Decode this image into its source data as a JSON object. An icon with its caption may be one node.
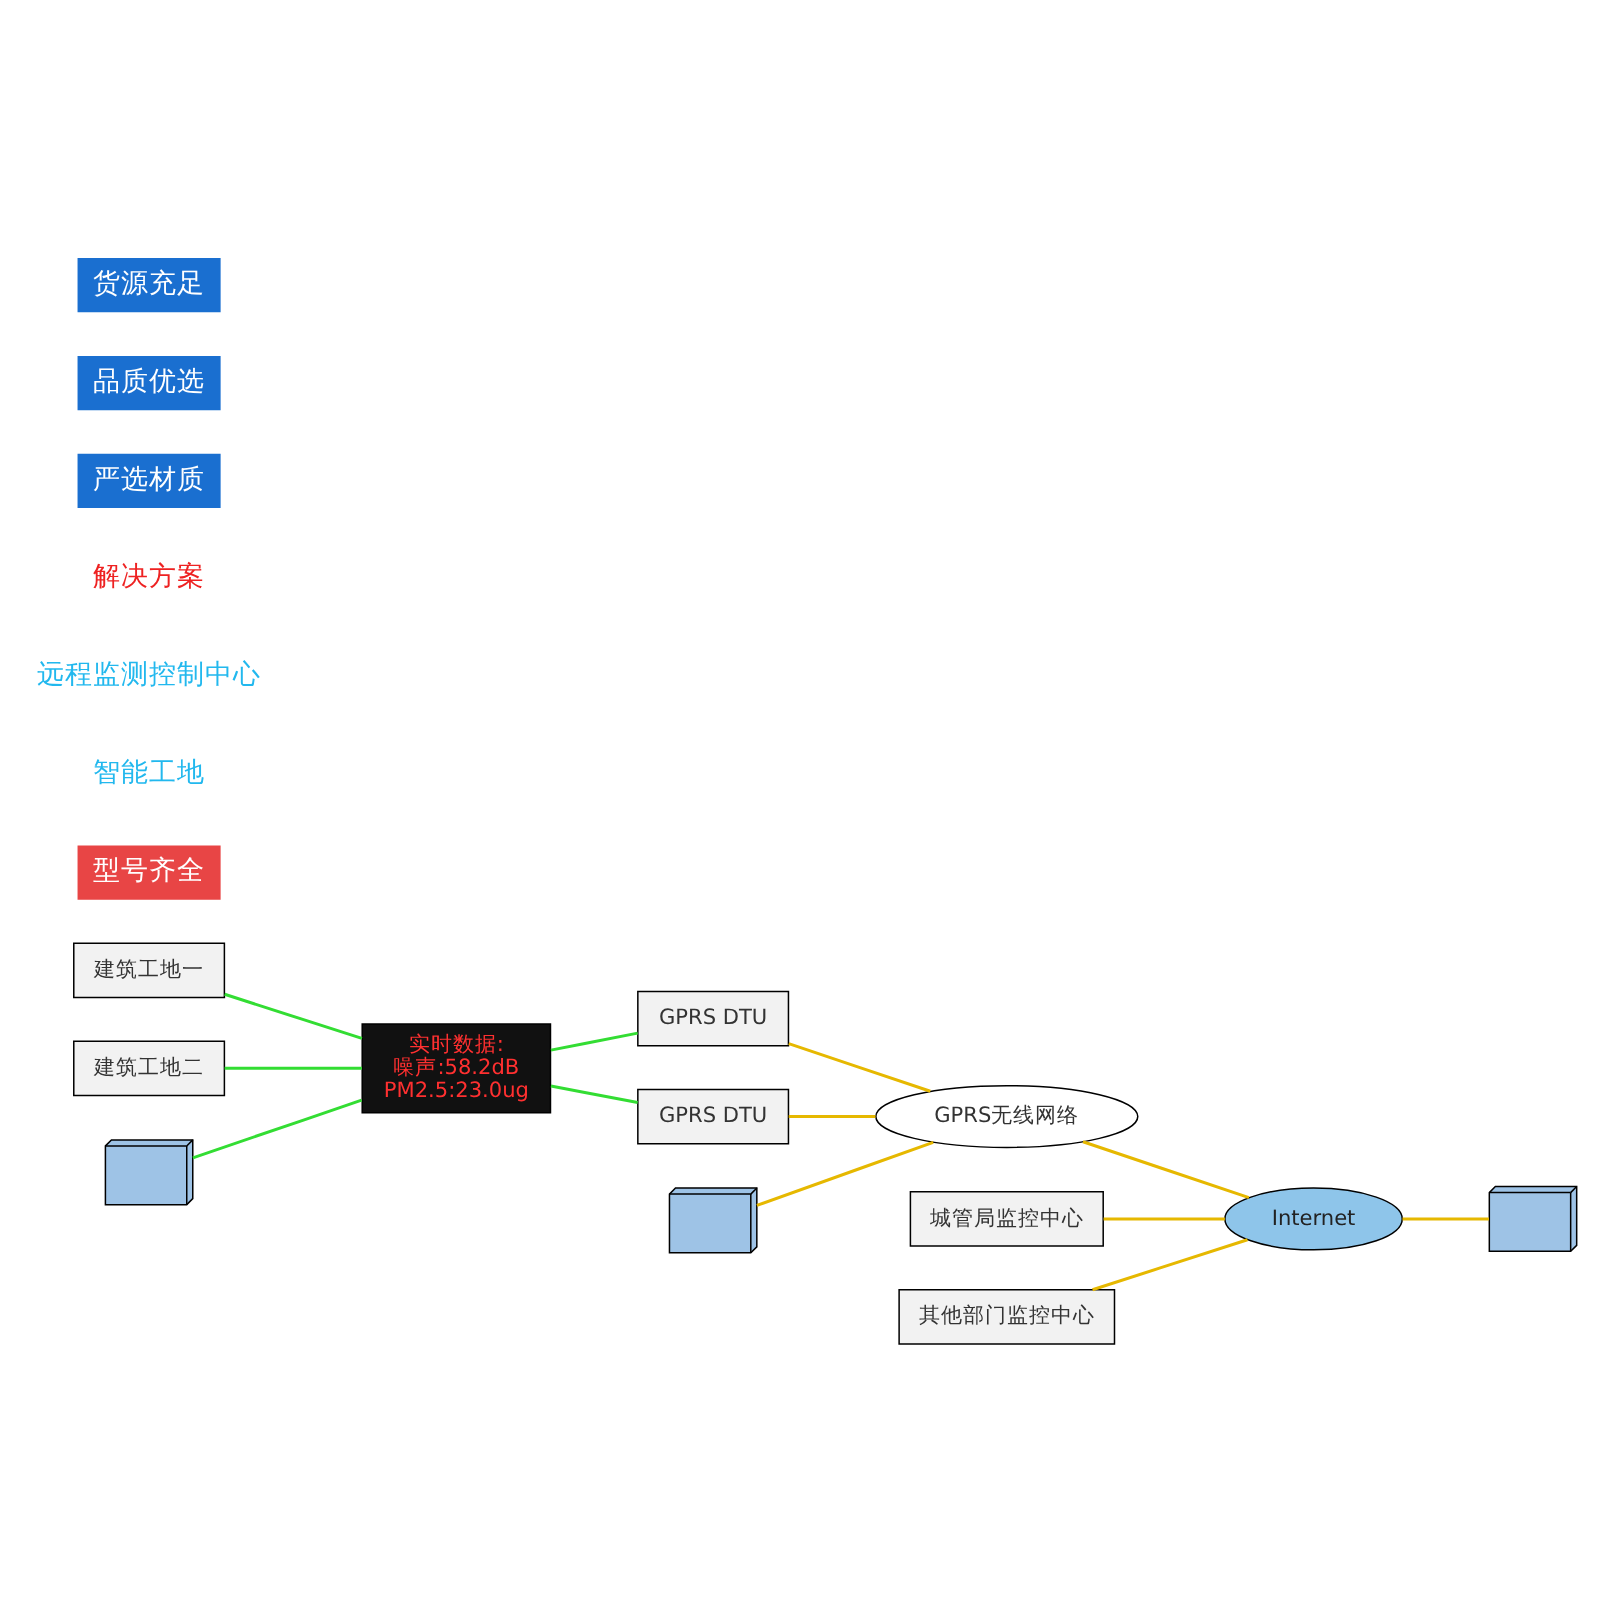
{
  "diagram": {
    "nodes": [
      {
        "text": [
          "建筑工地一"
        ]
      },
      {
        "text": [
          "建筑工地二"
        ]
      },
      {
        "text": [],
        "shape": "picture"
      },
      {
        "text": [
          "实时数据:",
          "噪声:58.2dB",
          "PM2.5:23.0ug"
        ]
      },
      {
        "text": [
          "GPRS DTU"
        ]
      },
      {
        "text": [
          "GPRS DTU"
        ]
      },
      {
        "text": [],
        "shape": "picture"
      },
      {
        "text": [
          "GPRS无线网络"
        ]
      },
      {
        "text": [
          "Internet"
        ]
      },
      {
        "text": [
          "城管局监控中心"
        ]
      },
      {
        "text": [
          "其他部门监控中心"
        ]
      },
      {
        "text": [],
        "shape": "picture"
      }
    ],
    "edges": [
      {
        "from": 0,
        "to": 3,
        "arrow": "none",
        "color": "#33dd33"
      },
      {
        "from": 1,
        "to": 3,
        "arrow": "none",
        "color": "#33dd33"
      },
      {
        "from": 2,
        "to": 3,
        "arrow": "none",
        "color": "#33dd33"
      },
      {
        "from": 3,
        "to": 4,
        "arrow": "none",
        "color": "#33dd33"
      },
      {
        "from": 3,
        "to": 5,
        "arrow": "none",
        "color": "#33dd33"
      },
      {
        "from": 4,
        "to": 7,
        "arrow": "none"
      },
      {
        "from": 5,
        "to": 7,
        "arrow": "none"
      },
      {
        "from": 6,
        "to": 7,
        "arrow": "none"
      },
      {
        "from": 7,
        "to": 8,
        "arrow": "none"
      },
      {
        "from": 9,
        "to": 8,
        "arrow": "none"
      },
      {
        "from": 10,
        "to": 8,
        "arrow": "none"
      },
      {
        "from": 8,
        "to": 11,
        "arrow": "none"
      }
    ],
    "labels": [
      "型号齐全",
      "智能工地",
      "远程监测控制中心",
      "解决方案",
      "严选材质",
      "品质优选",
      "货源充足"
    ]
  }
}
